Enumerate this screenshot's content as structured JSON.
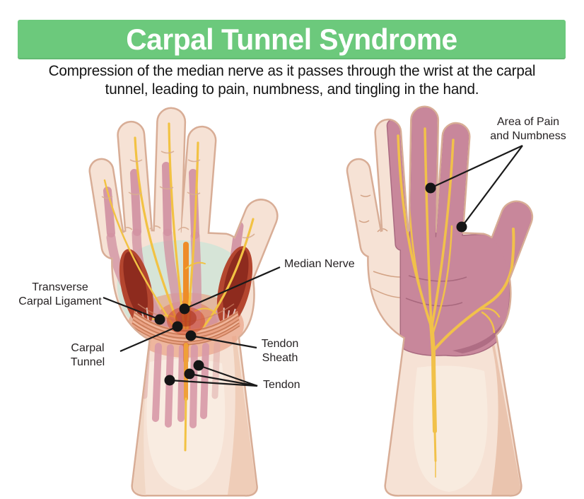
{
  "header": {
    "title": "Carpal Tunnel Syndrome",
    "background": "#6CC97C",
    "text_color": "#FFFFFF"
  },
  "subtitle": {
    "text": "Compression of the median nerve as it passes through the wrist at the carpal\ntunnel, leading to pain, numbness, and tingling in the hand."
  },
  "annotations": {
    "transverse_carpal_ligament": "Transverse\nCarpal Ligament",
    "carpal_tunnel": "Carpal\nTunnel",
    "median_nerve": "Median Nerve",
    "tendon_sheath": "Tendon\nSheath",
    "tendon": "Tendon",
    "area_of_pain_and_numbness": "Area of Pain\nand Numbness"
  },
  "colors": {
    "header_green": "#6CC97C",
    "skin": "#F6E2D5",
    "skin_outline": "#D8AD96",
    "tendon_pink": "#D294A3",
    "muscle_red": "#B4462F",
    "nerve_yellow": "#F2C243",
    "median_nerve_orange": "#EE8D28",
    "ligament_salmon": "#EAA284",
    "carpal_teal": "#D6E4D7",
    "pain_area_mauve": "#C8879B",
    "pointer_line": "#1A1A1A"
  }
}
